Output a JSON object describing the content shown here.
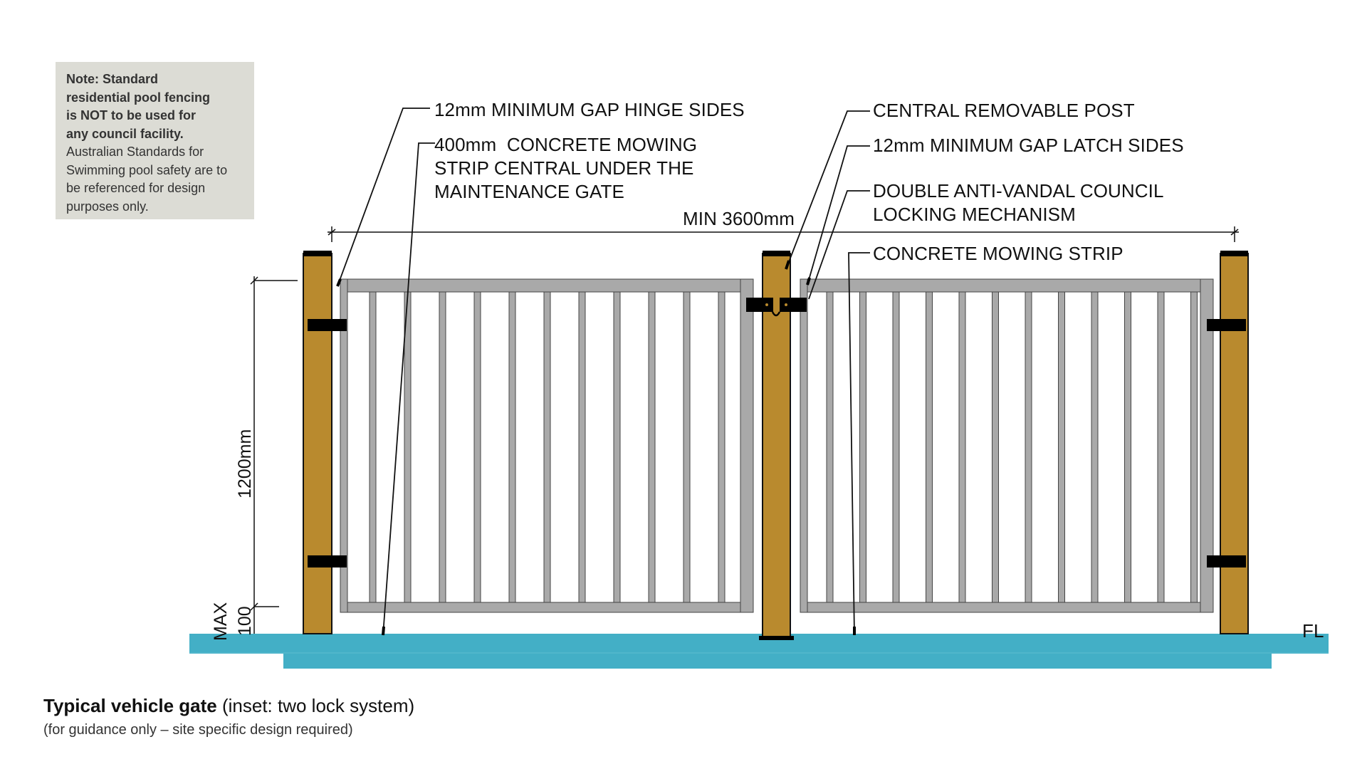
{
  "note": {
    "bold_lines": [
      "Note:  Standard",
      "residential pool fencing",
      "is NOT to be used for",
      "any council facility."
    ],
    "regular_text": "Australian Standards for Swimming pool safety are to be referenced for design purposes only."
  },
  "annotations": {
    "hinge_gap": "12mm MINIMUM GAP HINGE SIDES",
    "mowing_strip_central": "400mm  CONCRETE MOWING\nSTRIP CENTRAL UNDER THE\nMAINTENANCE GATE",
    "central_post": "CENTRAL REMOVABLE POST",
    "latch_gap": "12mm MINIMUM GAP LATCH SIDES",
    "locking": "DOUBLE ANTI-VANDAL COUNCIL\nLOCKING MECHANISM",
    "mowing_strip": "CONCRETE MOWING STRIP"
  },
  "dimensions": {
    "width": "MIN 3600mm",
    "height": "1200mm",
    "max_gap_label": "MAX",
    "max_gap_value": "100",
    "floor_level": "FL"
  },
  "caption": {
    "title_bold": "Typical vehicle gate",
    "title_regular": " (inset: two lock system)",
    "subtitle": "(for guidance only – site specific design required)"
  },
  "colors": {
    "post": "#b98a2e",
    "gate_frame": "#a9a9a9",
    "concrete": "#43afc6",
    "note_bg": "#dcdcd5",
    "hardware": "#000000"
  }
}
